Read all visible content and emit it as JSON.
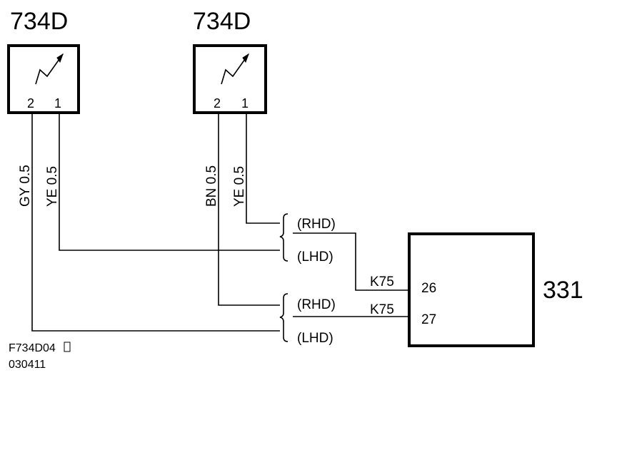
{
  "components": {
    "left": {
      "ref": "734D",
      "pin_a": "2",
      "pin_b": "1"
    },
    "middle": {
      "ref": "734D",
      "pin_a": "2",
      "pin_b": "1"
    },
    "module": {
      "ref": "331",
      "pin_upper": "26",
      "pin_lower": "27"
    }
  },
  "wires": {
    "w1": "GY  0.5",
    "w2": "YE  0.5",
    "w3": "BN  0.5",
    "w4": "YE  0.5"
  },
  "variants": {
    "upper_rhd": "(RHD)",
    "upper_lhd": "(LHD)",
    "lower_rhd": "(RHD)",
    "lower_lhd": "(LHD)"
  },
  "connectors": {
    "upper": "K75",
    "lower": "K75"
  },
  "footer": {
    "figure_id": "F734D04",
    "date_code": "030411"
  }
}
